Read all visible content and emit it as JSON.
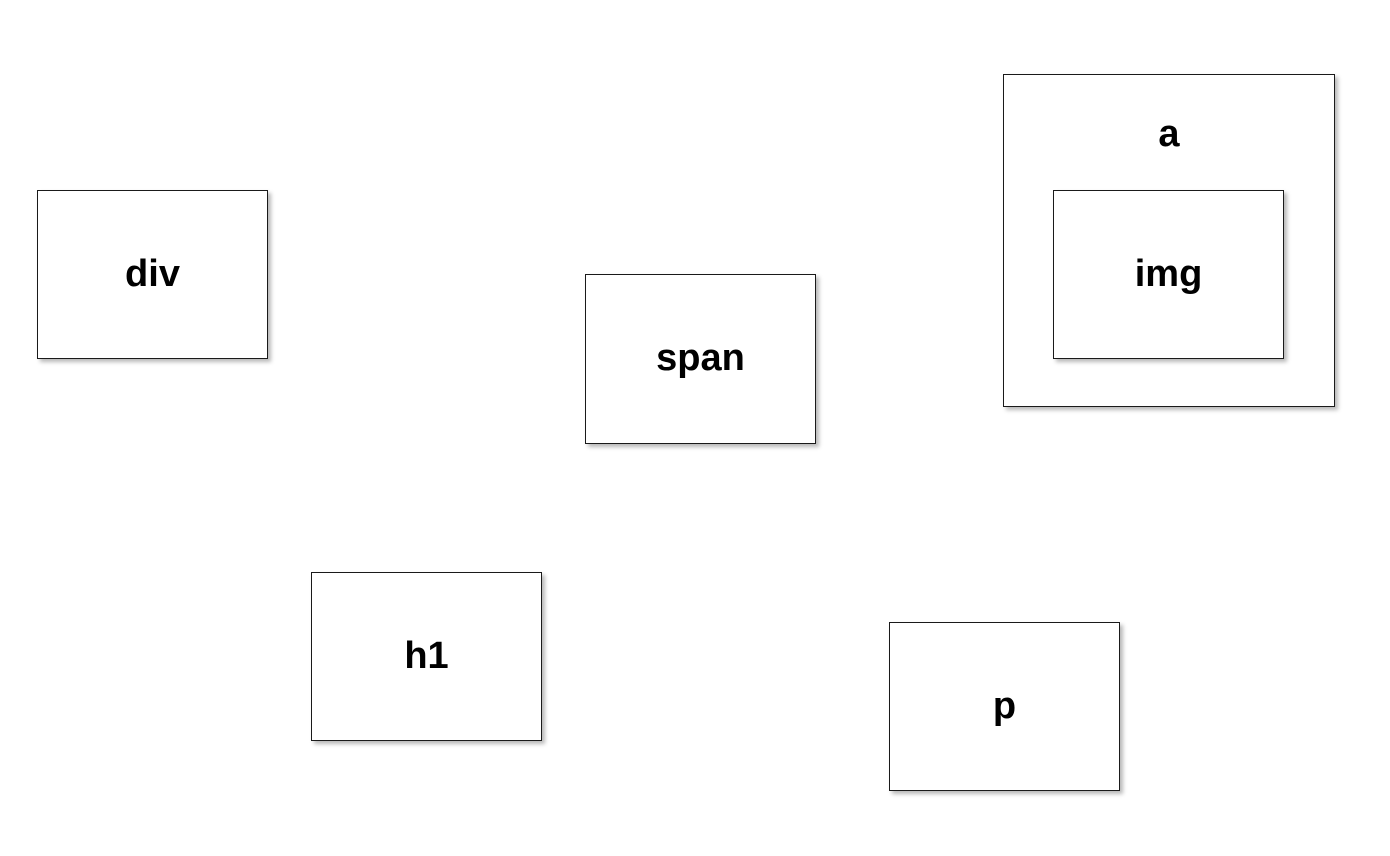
{
  "nodes": {
    "div": {
      "label": "div"
    },
    "span": {
      "label": "span"
    },
    "a": {
      "label": "a"
    },
    "img": {
      "label": "img"
    },
    "h1": {
      "label": "h1"
    },
    "p": {
      "label": "p"
    }
  },
  "colors": {
    "background": "#ffffff",
    "border": "#1a1a1a",
    "text": "#000000"
  }
}
